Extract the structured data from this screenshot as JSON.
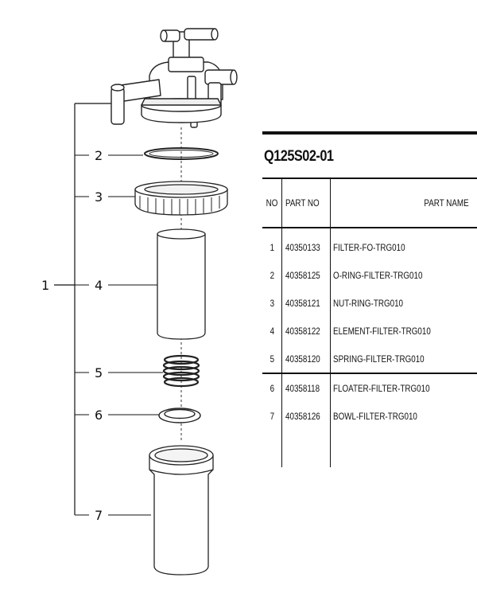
{
  "diagram": {
    "assembly_callout": "1",
    "callouts": [
      "2",
      "3",
      "4",
      "5",
      "6",
      "7"
    ]
  },
  "parts_list": {
    "assembly_code": "Q125S02-01",
    "headers": {
      "no": "NO",
      "part_no": "PART NO",
      "part_name": "PART NAME"
    },
    "rows": [
      {
        "no": "1",
        "part_no": "40350133",
        "part_name": "FILTER-FO-TRG010"
      },
      {
        "no": "2",
        "part_no": "40358125",
        "part_name": "O-RING-FILTER-TRG010"
      },
      {
        "no": "3",
        "part_no": "40358121",
        "part_name": "NUT-RING-TRG010"
      },
      {
        "no": "4",
        "part_no": "40358122",
        "part_name": "ELEMENT-FILTER-TRG010"
      },
      {
        "no": "5",
        "part_no": "40358120",
        "part_name": "SPRING-FILTER-TRG010"
      },
      {
        "no": "6",
        "part_no": "40358118",
        "part_name": "FLOATER-FILTER-TRG010"
      },
      {
        "no": "7",
        "part_no": "40358126",
        "part_name": "BOWL-FILTER-TRG010"
      }
    ]
  },
  "colors": {
    "ink": "#111111",
    "paper": "#ffffff"
  }
}
